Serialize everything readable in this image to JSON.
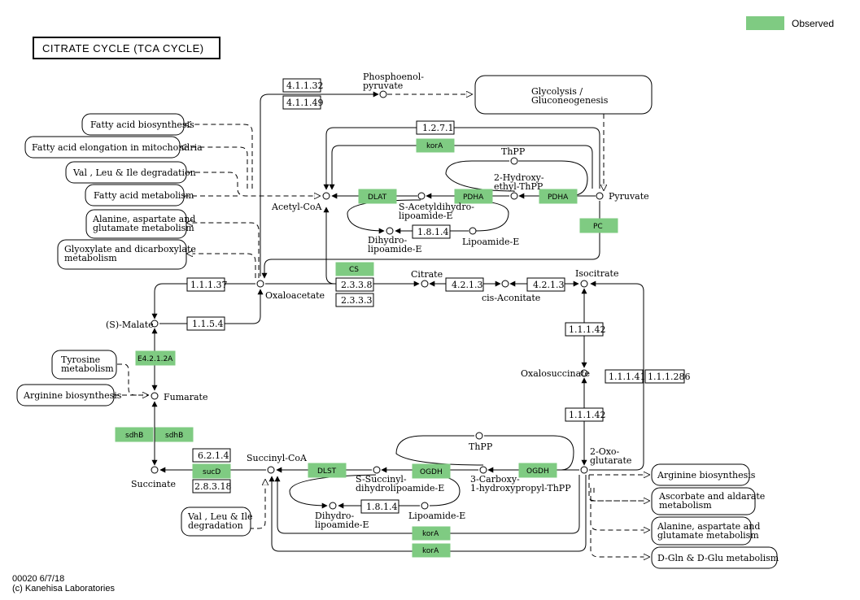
{
  "title": "CITRATE CYCLE (TCA CYCLE)",
  "legend": {
    "label": "Observed",
    "color": "#7fcb82"
  },
  "footer": {
    "code": "00020 6/7/18",
    "copyright": "(c) Kanehisa Laboratories"
  },
  "colors": {
    "observed": "#7fcb82",
    "line": "#000000",
    "background": "#ffffff"
  },
  "maps": {
    "glycolysis_line1": "Glycolysis /",
    "glycolysis_line2": "Gluconeogenesis",
    "fatty_acid_biosynthesis": "Fatty acid biosynthesis",
    "fatty_acid_elongation": "Fatty acid elongation in mitochondria",
    "val_leu_ile_degradation": "Val , Leu & Ile degradation",
    "fatty_acid_metabolism": "Fatty acid metabolism",
    "alanine_top_line1": "Alanine, aspartate and",
    "alanine_top_line2": "glutamate metabolism",
    "glyoxylate_line1": "Glyoxylate and dicarboxylate",
    "glyoxylate_line2": "metabolism",
    "tyrosine_line1": "Tyrosine",
    "tyrosine_line2": "metabolism",
    "arginine_left": "Arginine biosynthesis",
    "val_leu_ile_bottom_line1": "Val , Leu & Ile",
    "val_leu_ile_bottom_line2": "degradation",
    "arginine_right": "Arginine biosynthesis",
    "ascorbate_line1": "Ascorbate and aldarate",
    "ascorbate_line2": "metabolism",
    "alanine_bottom_line1": "Alanine, aspartate and",
    "alanine_bottom_line2": "glutamate metabolism",
    "dgln": "D-Gln & D-Glu metabolism"
  },
  "compounds": {
    "pep_line1": "Phosphoenol-",
    "pep_line2": "pyruvate",
    "thpp_top": "ThPP",
    "hydroxyethyl_line1": "2-Hydroxy-",
    "hydroxyethyl_line2": "ethyl-ThPP",
    "pyruvate": "Pyruvate",
    "acetyl_coa": "Acetyl-CoA",
    "s_acetyl_line1": "S-Acetyldihydro-",
    "s_acetyl_line2": "lipoamide-E",
    "dihydro_top_line1": "Dihydro-",
    "dihydro_top_line2": "lipoamide-E",
    "lipoamide_top": "Lipoamide-E",
    "citrate": "Citrate",
    "cis_aconitate": "cis-Aconitate",
    "isocitrate": "Isocitrate",
    "oxaloacetate": "Oxaloacetate",
    "s_malate": "(S)-Malate",
    "fumarate": "Fumarate",
    "succinate": "Succinate",
    "succinyl_coa": "Succinyl-CoA",
    "oxalosuccinate": "Oxalosuccinate",
    "oxoglutarate_line1": "2-Oxo-",
    "oxoglutarate_line2": "glutarate",
    "thpp_bottom": "ThPP",
    "s_succinyl_line1": "S-Succinyl-",
    "s_succinyl_line2": "dihydrolipoamide-E",
    "carboxy_line1": "3-Carboxy-",
    "carboxy_line2": "1-hydroxypropyl-ThPP",
    "dihydro_bottom_line1": "Dihydro-",
    "dihydro_bottom_line2": "lipoamide-E",
    "lipoamide_bottom": "Lipoamide-E"
  },
  "enzymes": {
    "e_4_1_1_32": "4.1.1.32",
    "e_4_1_1_49": "4.1.1.49",
    "e_1_2_7_1": "1.2.7.1",
    "korA_top": "korA",
    "dlat": "DLAT",
    "pdha_mid": "PDHA",
    "pdha_right": "PDHA",
    "e_1_8_1_4_top": "1.8.1.4",
    "pc": "PC",
    "cs": "CS",
    "e_2_3_3_8": "2.3.3.8",
    "e_2_3_3_3": "2.3.3.3",
    "e_4_2_1_3_a": "4.2.1.3",
    "e_4_2_1_3_b": "4.2.1.3",
    "e_1_1_1_37": "1.1.1.37",
    "e_1_1_5_4": "1.1.5.4",
    "e_4_2_1_2a": "E4.2.1.2A",
    "e_1_1_1_42_a": "1.1.1.42",
    "e_1_1_1_41": "1.1.1.41",
    "e_1_1_1_286": "1.1.1.286",
    "e_1_1_1_42_b": "1.1.1.42",
    "sdhb_a": "sdhB",
    "sdhb_b": "sdhB",
    "e_6_2_1_4": "6.2.1.4",
    "sucd": "sucD",
    "e_2_8_3_18": "2.8.3.18",
    "dlst": "DLST",
    "ogdh_mid": "OGDH",
    "ogdh_right": "OGDH",
    "e_1_8_1_4_bottom": "1.8.1.4",
    "korA_b1": "korA",
    "korA_b2": "korA"
  }
}
